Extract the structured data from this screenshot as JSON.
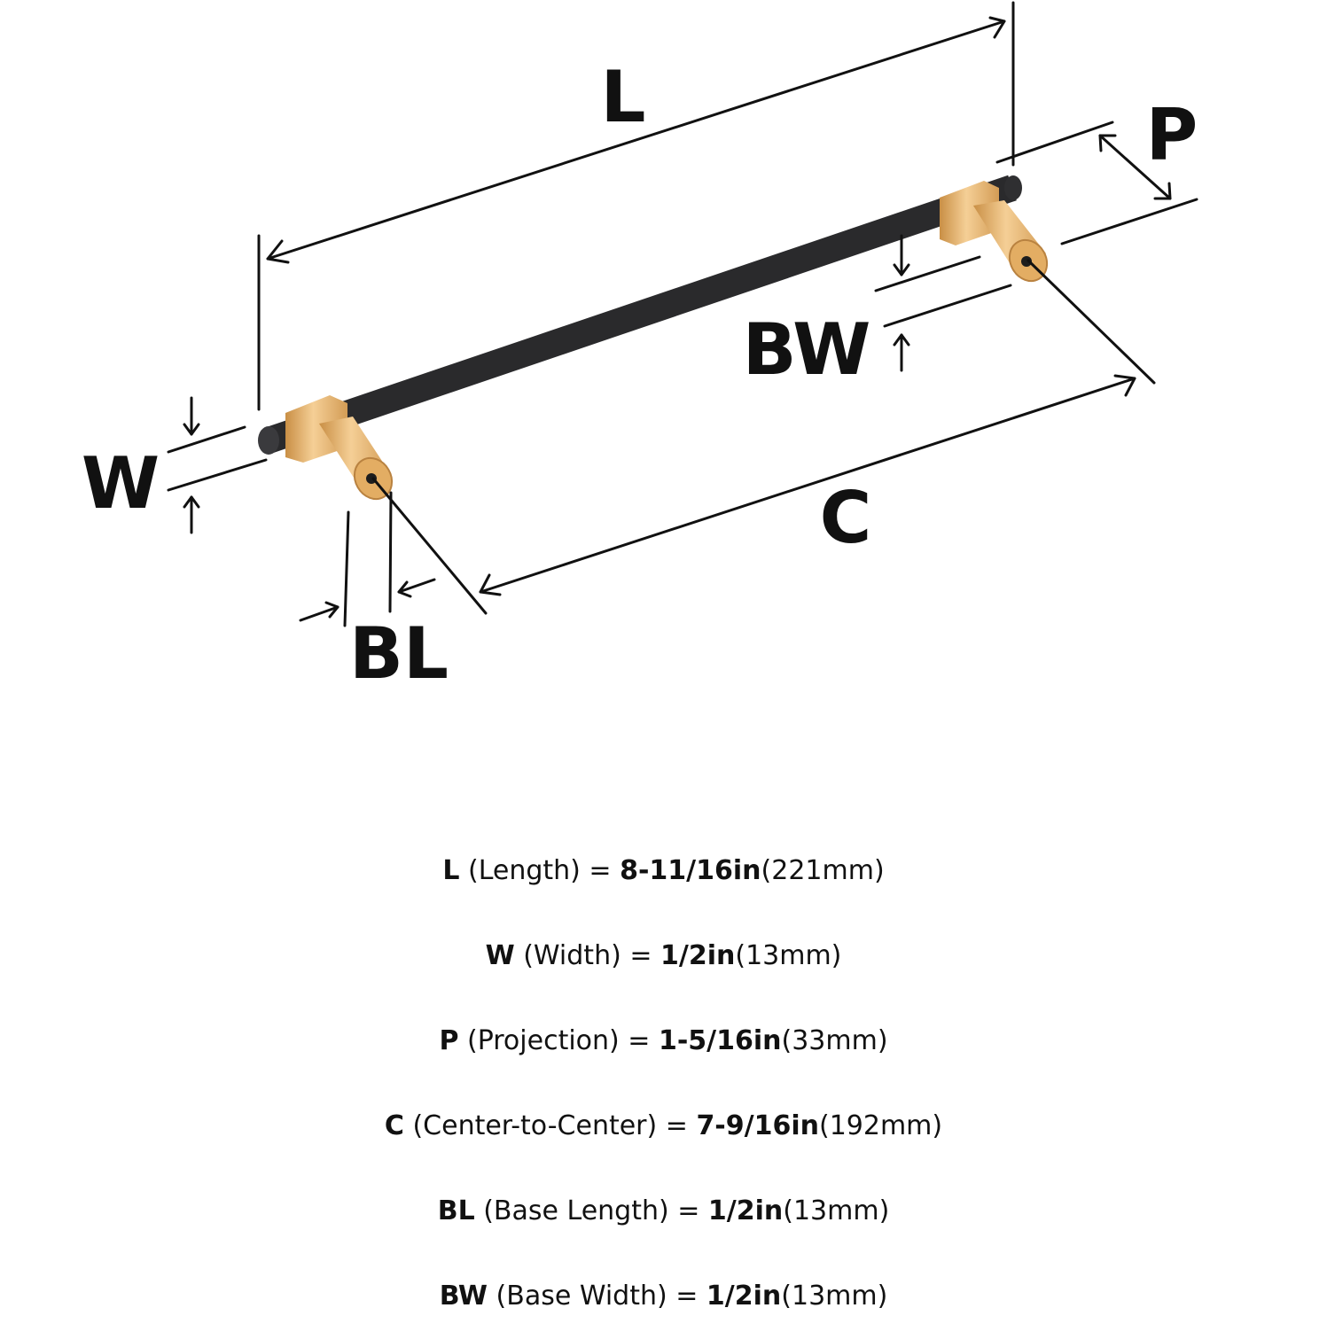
{
  "diagram": {
    "labels": {
      "L": "L",
      "P": "P",
      "BW": "BW",
      "W": "W",
      "C": "C",
      "BL": "BL"
    },
    "colors": {
      "bar": "#2a2a2c",
      "base": "#e7b56f",
      "line": "#111111"
    }
  },
  "specs": [
    {
      "abbr": "L",
      "name": " (Length) = ",
      "imperial": "8-11/16in",
      "metric": "(221mm)"
    },
    {
      "abbr": "W",
      "name": " (Width) = ",
      "imperial": "1/2in",
      "metric": "(13mm)"
    },
    {
      "abbr": "P",
      "name": " (Projection) = ",
      "imperial": "1-5/16in",
      "metric": "(33mm)"
    },
    {
      "abbr": "C",
      "name": " (Center-to-Center) = ",
      "imperial": "7-9/16in",
      "metric": "(192mm)"
    },
    {
      "abbr": "BL",
      "name": " (Base Length) = ",
      "imperial": "1/2in",
      "metric": "(13mm)"
    },
    {
      "abbr": "BW",
      "name": " (Base Width) = ",
      "imperial": "1/2in",
      "metric": "(13mm)"
    }
  ]
}
